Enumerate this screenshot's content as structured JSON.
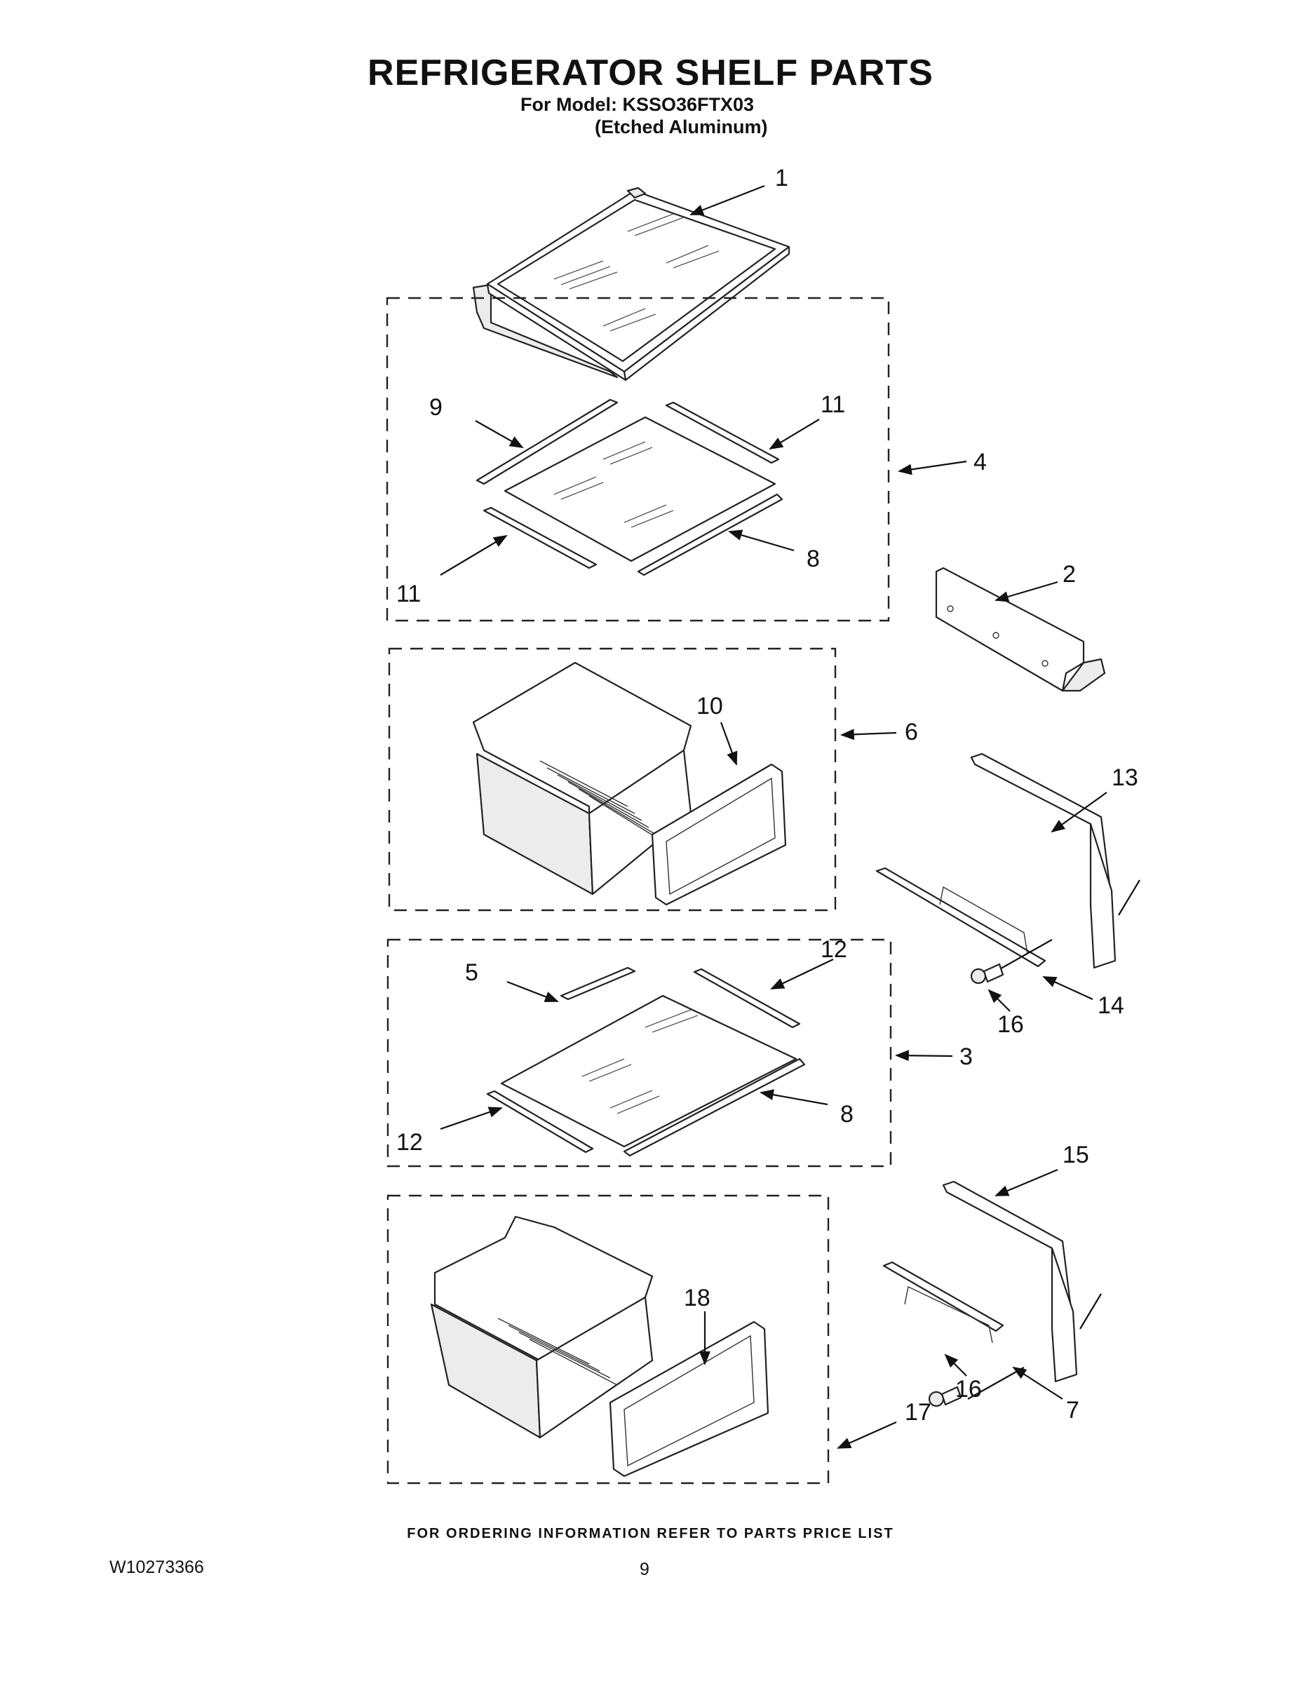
{
  "header": {
    "title": "REFRIGERATOR SHELF PARTS",
    "model_line": "For Model: KSSO36FTX03",
    "finish_line": "(Etched Aluminum)"
  },
  "callouts": {
    "c1": "1",
    "c2": "2",
    "c3": "3",
    "c4": "4",
    "c5": "5",
    "c6": "6",
    "c7": "7",
    "c8a": "8",
    "c8b": "8",
    "c9": "9",
    "c10": "10",
    "c11a": "11",
    "c11b": "11",
    "c12a": "12",
    "c12b": "12",
    "c13": "13",
    "c14": "14",
    "c15": "15",
    "c16a": "16",
    "c16b": "16",
    "c17": "17",
    "c18": "18"
  },
  "footer": {
    "ordering_info": "FOR ORDERING INFORMATION REFER TO PARTS PRICE LIST",
    "doc_number": "W10273366",
    "page_number": "9"
  }
}
